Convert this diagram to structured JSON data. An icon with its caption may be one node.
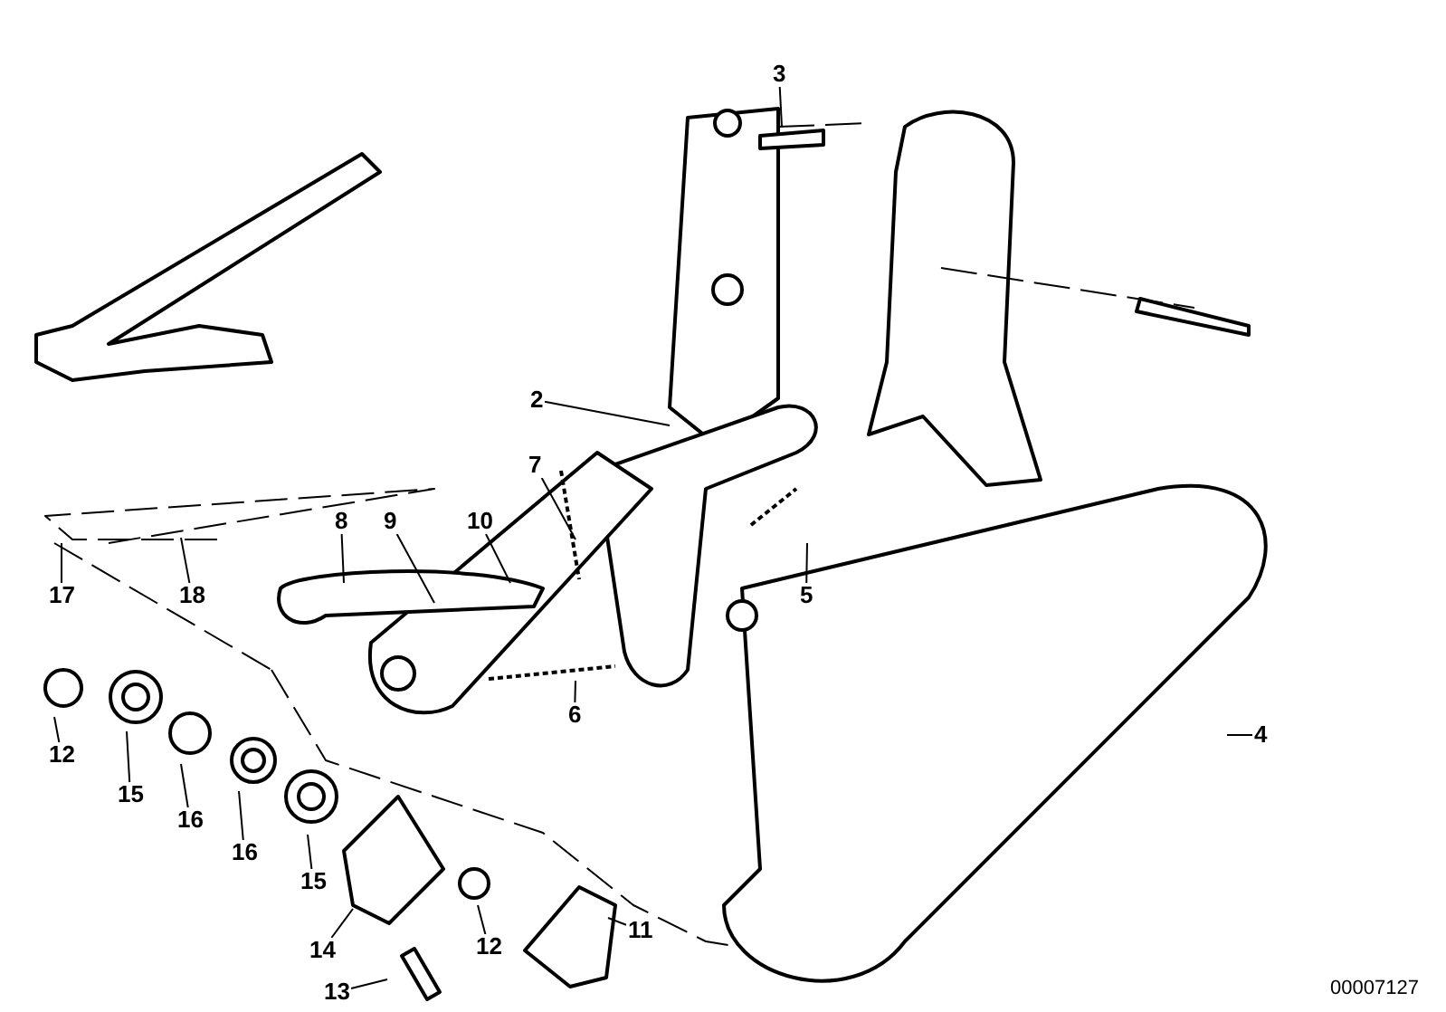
{
  "diagram": {
    "nodes": [
      {
        "text": [
          "3"
        ]
      },
      {
        "text": [
          "2"
        ]
      },
      {
        "text": [
          "7"
        ]
      },
      {
        "text": [
          "8"
        ]
      },
      {
        "text": [
          "9"
        ]
      },
      {
        "text": [
          "10"
        ]
      },
      {
        "text": [
          "5"
        ]
      },
      {
        "text": [
          "6"
        ]
      },
      {
        "text": [
          "17"
        ]
      },
      {
        "text": [
          "18"
        ]
      },
      {
        "text": [
          "12"
        ]
      },
      {
        "text": [
          "15"
        ]
      },
      {
        "text": [
          "16"
        ]
      },
      {
        "text": [
          "16"
        ]
      },
      {
        "text": [
          "15"
        ]
      },
      {
        "text": [
          "14"
        ]
      },
      {
        "text": [
          "13"
        ]
      },
      {
        "text": [
          "12"
        ]
      },
      {
        "text": [
          "11"
        ]
      },
      {
        "text": [
          "4"
        ]
      }
    ],
    "edges": [
      {
        "from": 0,
        "to": null,
        "arrow": "none"
      },
      {
        "from": 1,
        "to": null,
        "arrow": "none"
      },
      {
        "from": 2,
        "to": null,
        "arrow": "none"
      },
      {
        "from": 3,
        "to": null,
        "arrow": "none"
      },
      {
        "from": 4,
        "to": null,
        "arrow": "none"
      },
      {
        "from": 5,
        "to": null,
        "arrow": "none"
      },
      {
        "from": 6,
        "to": null,
        "arrow": "none"
      },
      {
        "from": 7,
        "to": null,
        "arrow": "none"
      },
      {
        "from": 8,
        "to": null,
        "arrow": "none"
      },
      {
        "from": 9,
        "to": null,
        "arrow": "none"
      },
      {
        "from": 10,
        "to": null,
        "arrow": "none"
      },
      {
        "from": 11,
        "to": null,
        "arrow": "none"
      },
      {
        "from": 12,
        "to": null,
        "arrow": "none"
      },
      {
        "from": 13,
        "to": null,
        "arrow": "none"
      },
      {
        "from": 14,
        "to": null,
        "arrow": "none"
      },
      {
        "from": 15,
        "to": null,
        "arrow": "none"
      },
      {
        "from": 16,
        "to": null,
        "arrow": "none"
      },
      {
        "from": 17,
        "to": null,
        "arrow": "none"
      },
      {
        "from": 18,
        "to": null,
        "arrow": "none"
      },
      {
        "from": 19,
        "to": null,
        "arrow": "none"
      }
    ],
    "labels": [
      "00007127"
    ]
  }
}
